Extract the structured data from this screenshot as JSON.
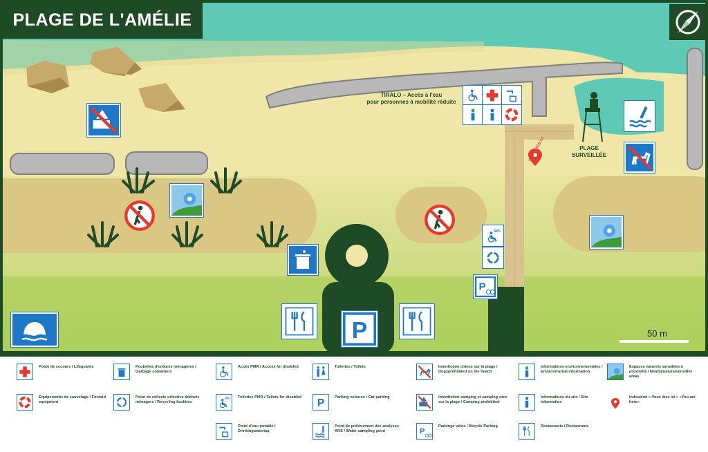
{
  "title": "PLAGE DE L'AMÉLIE",
  "labels": {
    "tiralo_line1": "TIRALO – Accès à l'eau",
    "tiralo_line2": "pour personnes à mobilité réduite",
    "plage_line1": "PLAGE",
    "plage_line2": "SURVEILLÉE",
    "vous_etes_ici": "VOUS ÊTES ICI",
    "scale": "50 m"
  },
  "colors": {
    "dark_green": "#1f4a26",
    "sea": "#5ec9b4",
    "sand": "#efe6a8",
    "icon_blue": "#1e78c8",
    "red": "#e23a2e",
    "grass": "#a9cf55"
  },
  "map_icons": [
    {
      "icon": "no-camping-icon"
    },
    {
      "icon": "sensitive-area-icon"
    },
    {
      "icon": "no-entry-pedestrian-icon"
    },
    {
      "icon": "trash-bin-icon"
    },
    {
      "icon": "restaurant-icon"
    },
    {
      "icon": "car-parking-icon"
    },
    {
      "icon": "restaurant-icon"
    },
    {
      "icon": "no-entry-pedestrian-icon"
    },
    {
      "icon": "disabled-wc-icon"
    },
    {
      "icon": "recycling-icon"
    },
    {
      "icon": "bicycle-parking-icon"
    },
    {
      "icon": "sensitive-area-icon"
    },
    {
      "icon": "water-sampling-icon"
    },
    {
      "icon": "no-dogs-icon"
    },
    {
      "icon": "disabled-access-icon"
    },
    {
      "icon": "first-aid-icon"
    },
    {
      "icon": "drinking-water-icon"
    },
    {
      "icon": "environmental-info-icon"
    },
    {
      "icon": "site-info-icon"
    },
    {
      "icon": "lifebuoy-icon"
    },
    {
      "icon": "blue-flag-icon"
    }
  ],
  "legend": [
    {
      "icon": "first-aid-icon",
      "text": "Poste de secours / Lifeguards"
    },
    {
      "icon": "lifebuoy-icon",
      "text": "Équipements de sauvetage / Firstaid equipment"
    },
    {
      "icon": "trash-bin-icon",
      "text": "Poubelles d'ordures ménagères / Garbage containers"
    },
    {
      "icon": "recycling-icon",
      "text": "Point de collecte sélective déchets ménagers / Recycling facilities"
    },
    {
      "icon": "disabled-access-icon",
      "text": "Accès PMR / Access for disabled"
    },
    {
      "icon": "disabled-wc-icon",
      "text": "Toilettes PMR / Toilets for disabled"
    },
    {
      "icon": "drinking-water-icon",
      "text": "Point d'eau potable / Drinkingwatertap"
    },
    {
      "icon": "toilets-icon",
      "text": "Toilettes / Toilets"
    },
    {
      "icon": "car-parking-icon",
      "text": "Parking voitures / Car parking"
    },
    {
      "icon": "water-sampling-icon",
      "text": "Point de prélèvement des analyses ARS / Water sampling point"
    },
    {
      "icon": "no-dogs-icon",
      "text": "Interdiction chiens sur la plage / Dogsprohibited on the beach"
    },
    {
      "icon": "no-camping-icon",
      "text": "Interdiction camping et camping-cars sur la plage / Camping prohibited"
    },
    {
      "icon": "bicycle-parking-icon",
      "text": "Parkings vélos / Bicycle Parking"
    },
    {
      "icon": "environmental-info-icon",
      "text": "Informations environnementales / Environmental information"
    },
    {
      "icon": "site-info-icon",
      "text": "Informations du site / Site information"
    },
    {
      "icon": "restaurant-icon",
      "text": "Restaurants / Restaurants"
    },
    {
      "icon": "sensitive-area-icon",
      "text": "Espaces naturels sensibles à proximité / Nearbynaturalsensitive areas"
    },
    {
      "icon": "you-are-here-icon",
      "text": "Indication « Vous êtes ici » «You are here»"
    }
  ]
}
